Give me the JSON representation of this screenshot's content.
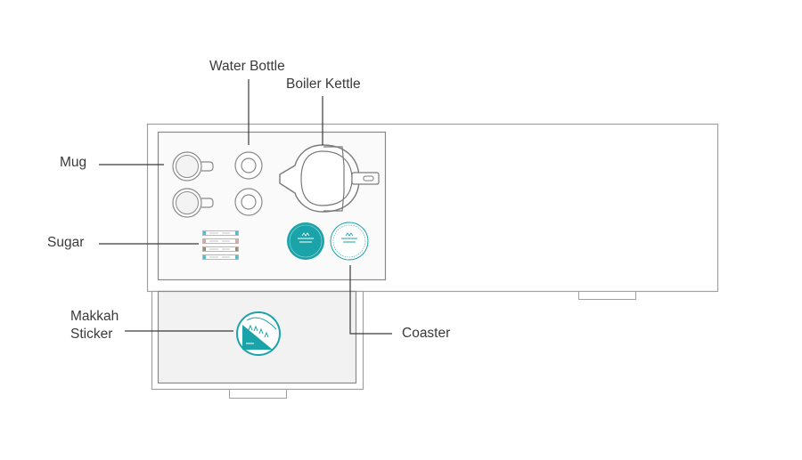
{
  "labels": {
    "water_bottle": "Water Bottle",
    "boiler_kettle": "Boiler Kettle",
    "mug": "Mug",
    "sugar": "Sugar",
    "makkah_sticker_line1": "Makkah",
    "makkah_sticker_line2": "Sticker",
    "coaster": "Coaster"
  },
  "colors": {
    "outline": "#9a9a9a",
    "tray_fill": "#f7f7f7",
    "drawer_fill": "#f1f2f1",
    "teal": "#1aa3a8",
    "leader_line": "#3a3a3a",
    "sugar_colors": [
      "#5fb8c9",
      "#d8a8a8",
      "#9a8a7a",
      "#5fb8c9"
    ]
  },
  "icons": {
    "mug": "mug-icon",
    "water_bottle": "water-bottle-icon",
    "kettle": "kettle-icon",
    "sugar": "sugar-sachet-icon",
    "coaster": "coaster-icon",
    "sticker": "makkah-sticker-icon"
  }
}
